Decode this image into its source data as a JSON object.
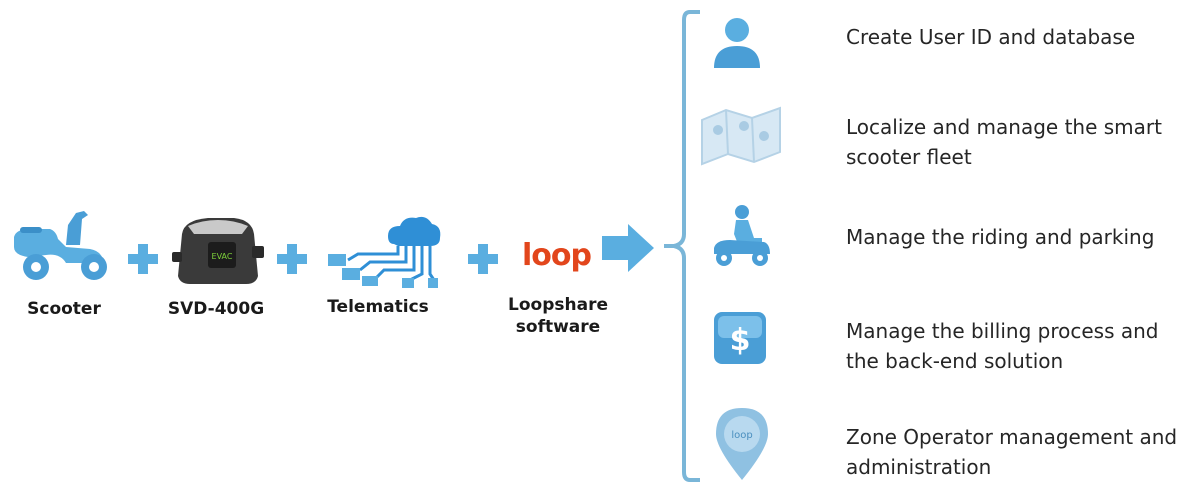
{
  "components": [
    {
      "label": "Scooter",
      "icon": "scooter-icon"
    },
    {
      "label": "SVD-400G",
      "icon": "device-icon"
    },
    {
      "label": "Telematics",
      "icon": "cloud-network-icon"
    },
    {
      "label_line1": "Loopshare",
      "label_line2": "software",
      "icon": "loop-logo"
    }
  ],
  "logo_text": "loop",
  "features": [
    {
      "line1": "Create User ID and database",
      "line2": "",
      "icon": "user-icon"
    },
    {
      "line1": "Localize and manage the smart",
      "line2": "scooter fleet",
      "icon": "map-icon"
    },
    {
      "line1": "Manage the riding and parking",
      "line2": "",
      "icon": "rider-icon"
    },
    {
      "line1": "Manage the billing process and",
      "line2": "the back-end solution",
      "icon": "dollar-icon"
    },
    {
      "line1": "Zone Operator management and",
      "line2": "administration",
      "icon": "location-pin-icon"
    }
  ],
  "colors": {
    "accent": "#5aaee0",
    "bracket": "#7ab6d8",
    "text": "#262626"
  }
}
